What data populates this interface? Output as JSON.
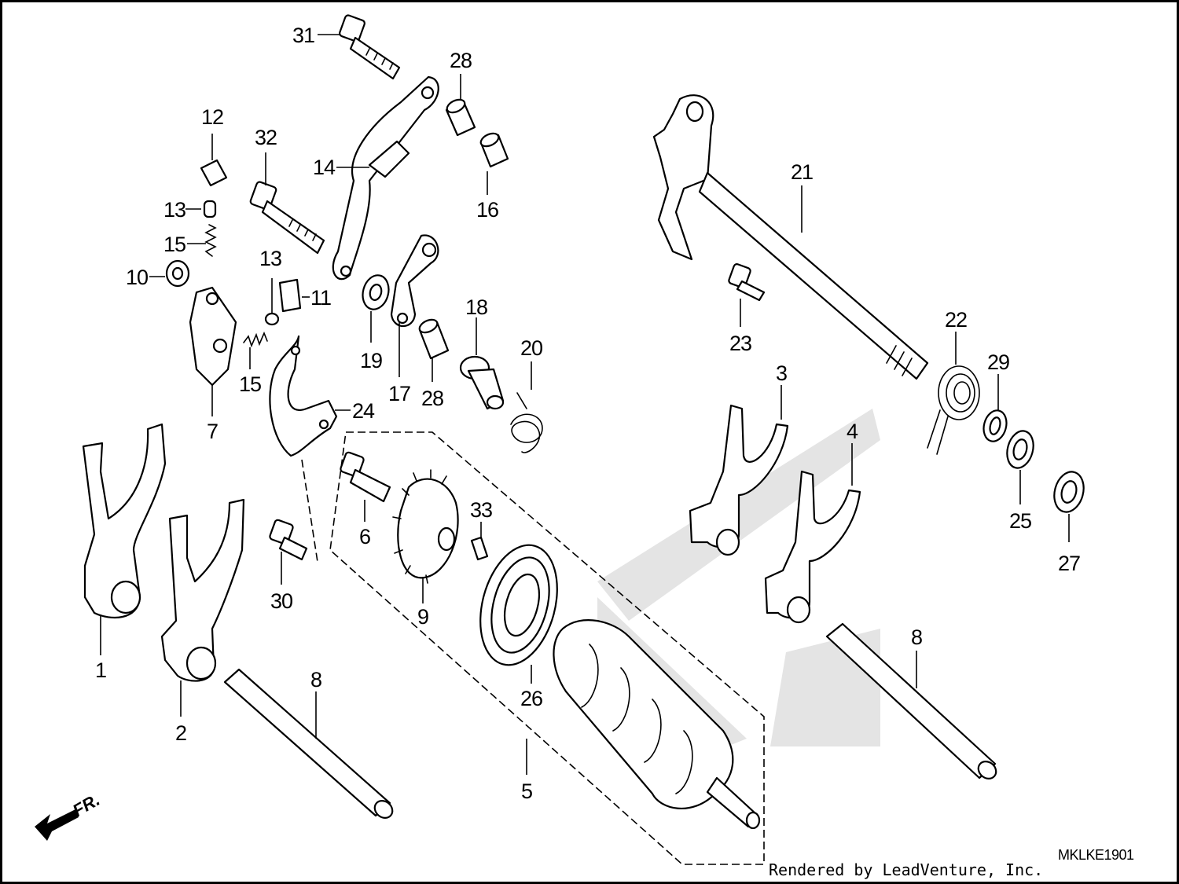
{
  "diagram": {
    "drawing_code": "MKLKE1901",
    "credit": "Rendered by LeadVenture, Inc.",
    "front_marker": "FR."
  },
  "callouts": {
    "c1": "1",
    "c2": "2",
    "c3": "3",
    "c4": "4",
    "c5": "5",
    "c6": "6",
    "c7": "7",
    "c8a": "8",
    "c8b": "8",
    "c9": "9",
    "c10": "10",
    "c11": "11",
    "c12": "12",
    "c13a": "13",
    "c13b": "13",
    "c14": "14",
    "c15a": "15",
    "c15b": "15",
    "c16": "16",
    "c17": "17",
    "c18": "18",
    "c19": "19",
    "c20": "20",
    "c21": "21",
    "c22": "22",
    "c23": "23",
    "c24": "24",
    "c25": "25",
    "c26": "26",
    "c27": "27",
    "c28a": "28",
    "c28b": "28",
    "c29": "29",
    "c30": "30",
    "c31": "31",
    "c32": "32",
    "c33": "33"
  }
}
